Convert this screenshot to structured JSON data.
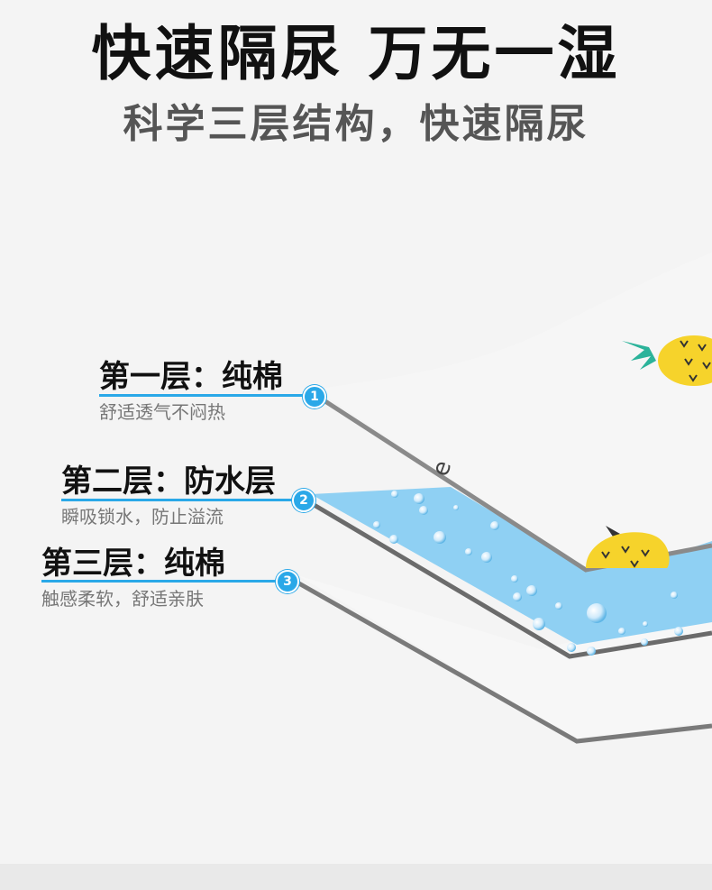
{
  "headline": "快速隔尿 万无一湿",
  "subheadline": "科学三层结构，快速隔尿",
  "layers": [
    {
      "number": "1",
      "title": "第一层：纯棉",
      "description": "舒适透气不闷热"
    },
    {
      "number": "2",
      "title": "第二层：防水层",
      "description": "瞬吸锁水，防止溢流"
    },
    {
      "number": "3",
      "title": "第三层：纯棉",
      "description": "触感柔软，舒适亲肤"
    }
  ],
  "colors": {
    "accent": "#2aa8e8",
    "waterproof_layer": "#8fd0f3",
    "pineapple": "#f6d32b",
    "leaf": "#2bb39a"
  },
  "icons": [
    "pineapple-icon",
    "water-droplet-icon"
  ]
}
